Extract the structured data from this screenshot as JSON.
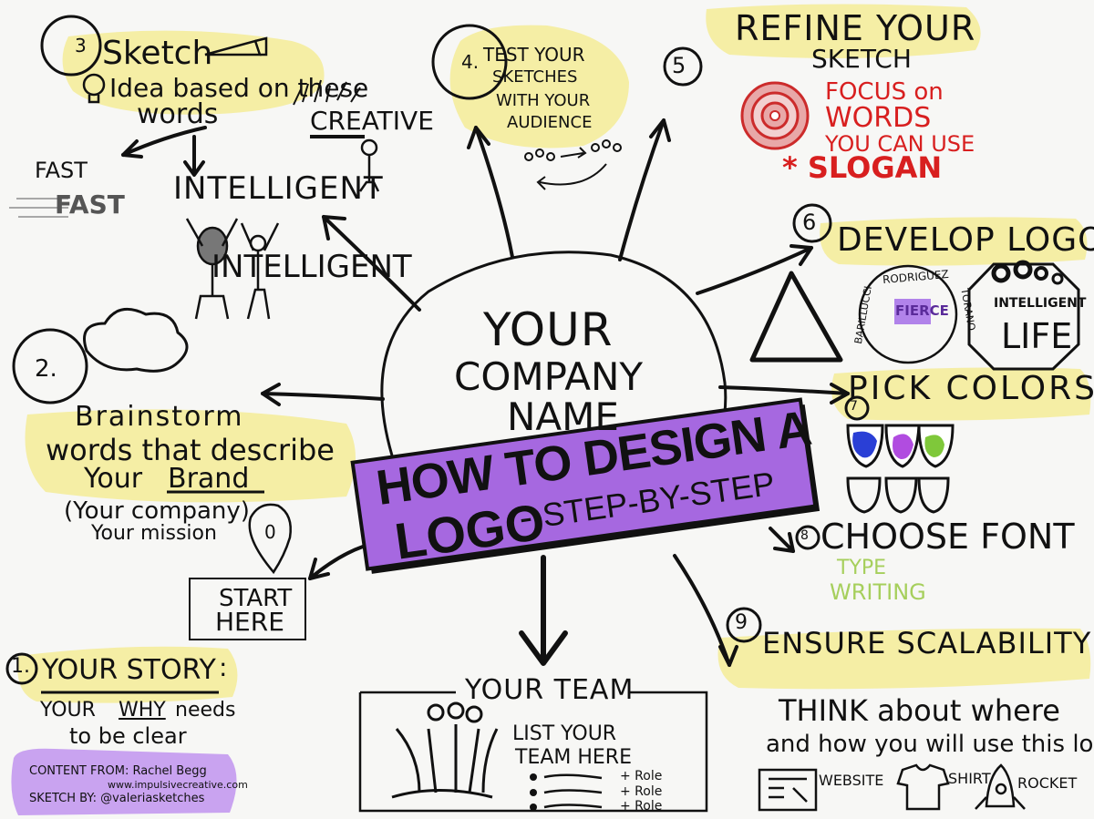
{
  "center": {
    "line1": "YOUR",
    "line2": "COMPANY",
    "line3": "NAME"
  },
  "banner": {
    "line1": "HOW TO DESIGN A",
    "line2_main": "LOGO",
    "line2_dash": "-",
    "line2_sub": "STEP-BY-STEP"
  },
  "step3": {
    "number": "3",
    "title": "Sketch",
    "idea": "Idea based on these",
    "words": "words",
    "fast1": "FAST",
    "fast2": "FAST",
    "creative": "CREATIVE",
    "intelligent1": "INTELLIGENT",
    "intelligent2": "INTELLIGENT"
  },
  "step4": {
    "number": "4.",
    "line1": "TEST YOUR",
    "line2": "SKETCHES",
    "line3": "WITH YOUR",
    "line4": "AUDIENCE"
  },
  "step5": {
    "number": "5",
    "title1": "REFINE YOUR",
    "title2": "SKETCH",
    "red1": "FOCUS on",
    "red2": "WORDS",
    "red3": "YOU CAN USE",
    "red4": "* SLOGAN"
  },
  "step6": {
    "number": "6",
    "title": "DEVELOP LOGO",
    "badge_top": "RODRIGUEZ",
    "badge_left": "BARILLUCCI",
    "badge_right": "TORANO",
    "badge_center": "FIERCE",
    "octagon_mid": "INTELLIGENT",
    "octagon_bottom": "LIFE"
  },
  "step7": {
    "number": "7",
    "title": "PICK COLORS"
  },
  "step8": {
    "number": "8",
    "title": "CHOOSE FONT",
    "green1": "TYPE",
    "green2": "WRITING"
  },
  "step9": {
    "number": "9",
    "title": "ENSURE SCALABILITY",
    "body1": "THINK about where",
    "body2": "and how you will use this logo",
    "icon1": "WEBSITE",
    "icon2": "SHIRT",
    "icon3": "ROCKET"
  },
  "step2": {
    "number": "2.",
    "line1": "Brainstorm",
    "line2": "words that describe",
    "line3_a": "Your",
    "line3_b": "Brand",
    "line4": "(Your company)",
    "line5": "Your mission"
  },
  "step0": {
    "number": "0",
    "line1": "START",
    "line2": "HERE"
  },
  "step1": {
    "number": "1.",
    "title": "YOUR STORY",
    "colon": ":",
    "body_a": "YOUR",
    "body_b": "WHY",
    "body_c": "needs",
    "body2": "to be clear"
  },
  "team": {
    "title": "YOUR TEAM",
    "list1": "LIST YOUR",
    "list2": "TEAM HERE",
    "role1": "+ Role",
    "role2": "+ Role",
    "role3": "+ Role"
  },
  "credits": {
    "line1": "CONTENT FROM:  Rachel Begg",
    "line2": "www.impulsivecreative.com",
    "line3": "SKETCH BY:  @valeriasketches"
  },
  "colors": {
    "highlight": "#f4ec9c",
    "banner": "#a668e0",
    "red": "#d81f1f",
    "green": "#a6cf5c",
    "blue": "#2a3fd6",
    "purple": "#b14ce0",
    "limegreen": "#7fc83a",
    "credits_bg": "#c9a3f0"
  }
}
